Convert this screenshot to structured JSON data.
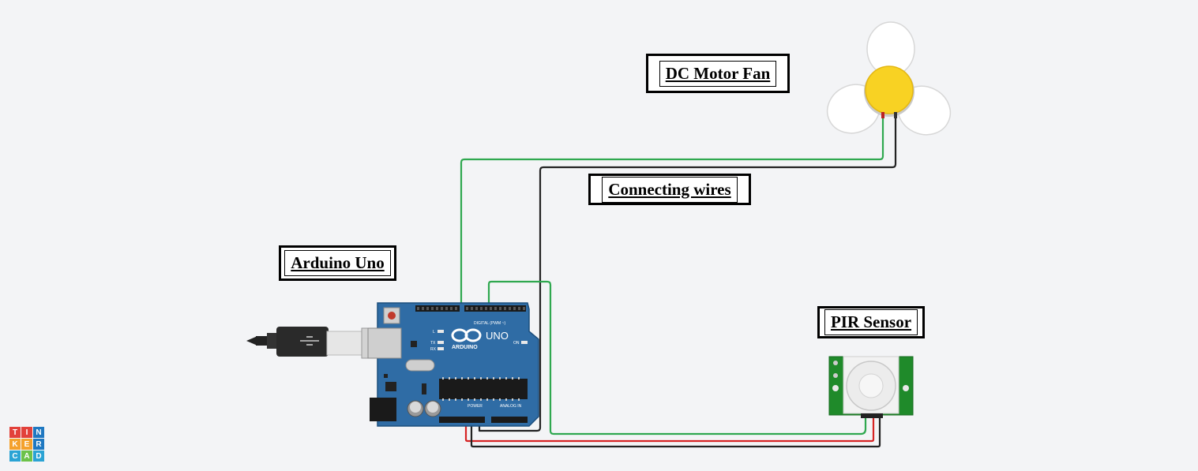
{
  "labels": {
    "fan": "DC Motor Fan",
    "wires": "Connecting wires",
    "arduino": "Arduino Uno",
    "pir": "PIR Sensor"
  },
  "board": {
    "logo_text": "ARDUINO",
    "model": "UNO",
    "digital_header": "DIGITAL (PWM ~)",
    "power_header": "POWER",
    "analog_header": "ANALOG IN",
    "on_label": "ON",
    "tx_label": "TX",
    "rx_label": "RX",
    "l_label": "L"
  },
  "logo": {
    "letters": [
      "T",
      "I",
      "N",
      "K",
      "E",
      "R",
      "C",
      "A",
      "D"
    ],
    "colors": [
      "#e2413a",
      "#e2413a",
      "#1f78c1",
      "#f4a12c",
      "#f4a12c",
      "#1f78c1",
      "#2aa3d4",
      "#6cc24a",
      "#2aa3d4"
    ]
  },
  "wire_colors": {
    "signal": "#2fa84f",
    "ground": "#222222",
    "power": "#d62424"
  }
}
